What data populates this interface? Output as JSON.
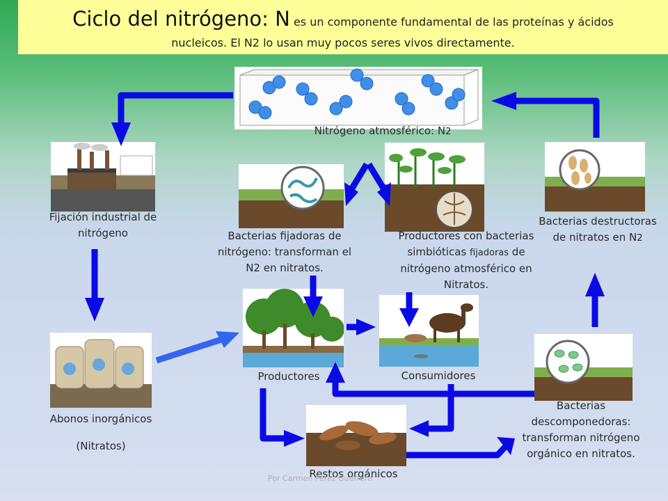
{
  "title": {
    "main": "Ciclo del nitrógeno: N",
    "sub1": " es un componente fundamental de las proteínas y ácidos",
    "sub2": "nucleicos. El N2 lo usan muy pocos seres vivos directamente."
  },
  "nodes": {
    "atm": "Nitrógeno atmosférico: N",
    "atm_sub": "2",
    "industrial": [
      "Fijación industrial de",
      "nitrógeno"
    ],
    "fixers": [
      "Bacterias fijadoras de",
      "nitrógeno: transforman el",
      "N2 en nitratos."
    ],
    "symbiotic_1": "Productores con bacterias",
    "symbiotic_2a": "simbióticas ",
    "symbiotic_2b": "fijadoras",
    "symbiotic_2c": " de",
    "symbiotic_3": "nitrógeno atmosférico en",
    "symbiotic_4": "Nitratos.",
    "denitrifiers_1": "Bacterias destructoras",
    "denitrifiers_2": "de nitratos en N",
    "denitrifiers_sub": "2",
    "fertilizer_1": "Abonos inorgánicos",
    "fertilizer_2": "(Nitratos)",
    "producers": "Productores",
    "consumers": "Consumidores",
    "decomposers": [
      "Bacterias",
      "descomponedoras:",
      "transforman nitrógeno",
      "orgánico en nitratos."
    ],
    "remains": "Restos orgánicos"
  },
  "footer": "Por Carmen Pérez Guerrero",
  "colors": {
    "arrow": "#0a0ae6",
    "arrow_light": "#3366ee",
    "title_bg": "#ffff99"
  }
}
